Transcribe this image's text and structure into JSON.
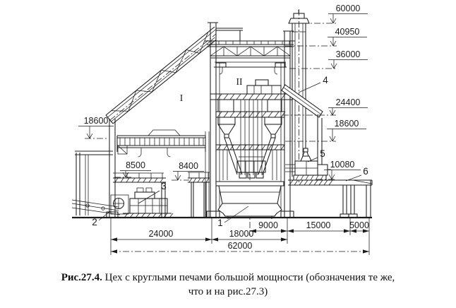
{
  "colors": {
    "ink": "#1b1b1b",
    "background": "#ffffff"
  },
  "drawing": {
    "elevations": {
      "m60000": "60000",
      "m40950": "40950",
      "m36000": "36000",
      "m24400": "24400",
      "m18600_right": "18600",
      "m10080": "10080",
      "m18600_left": "18600",
      "m8500": "8500",
      "m8400": "8400"
    },
    "dimensions": {
      "d9000": "9000",
      "d15000": "15000",
      "d5000": "5000",
      "d24000": "24000",
      "d18000": "18000",
      "d62000": "62000"
    },
    "items": {
      "i1": "1",
      "i2": "2",
      "i3": "3",
      "i4": "4",
      "i5": "5",
      "i6": "6"
    },
    "spans": {
      "span_i": "I",
      "span_ii": "II"
    }
  },
  "caption": {
    "prefix": "Рис.27.4.",
    "line1_rest": " Цех с круглыми печами большой мощности (обозначения те же,",
    "line2": "что и на рис.27.3)"
  }
}
